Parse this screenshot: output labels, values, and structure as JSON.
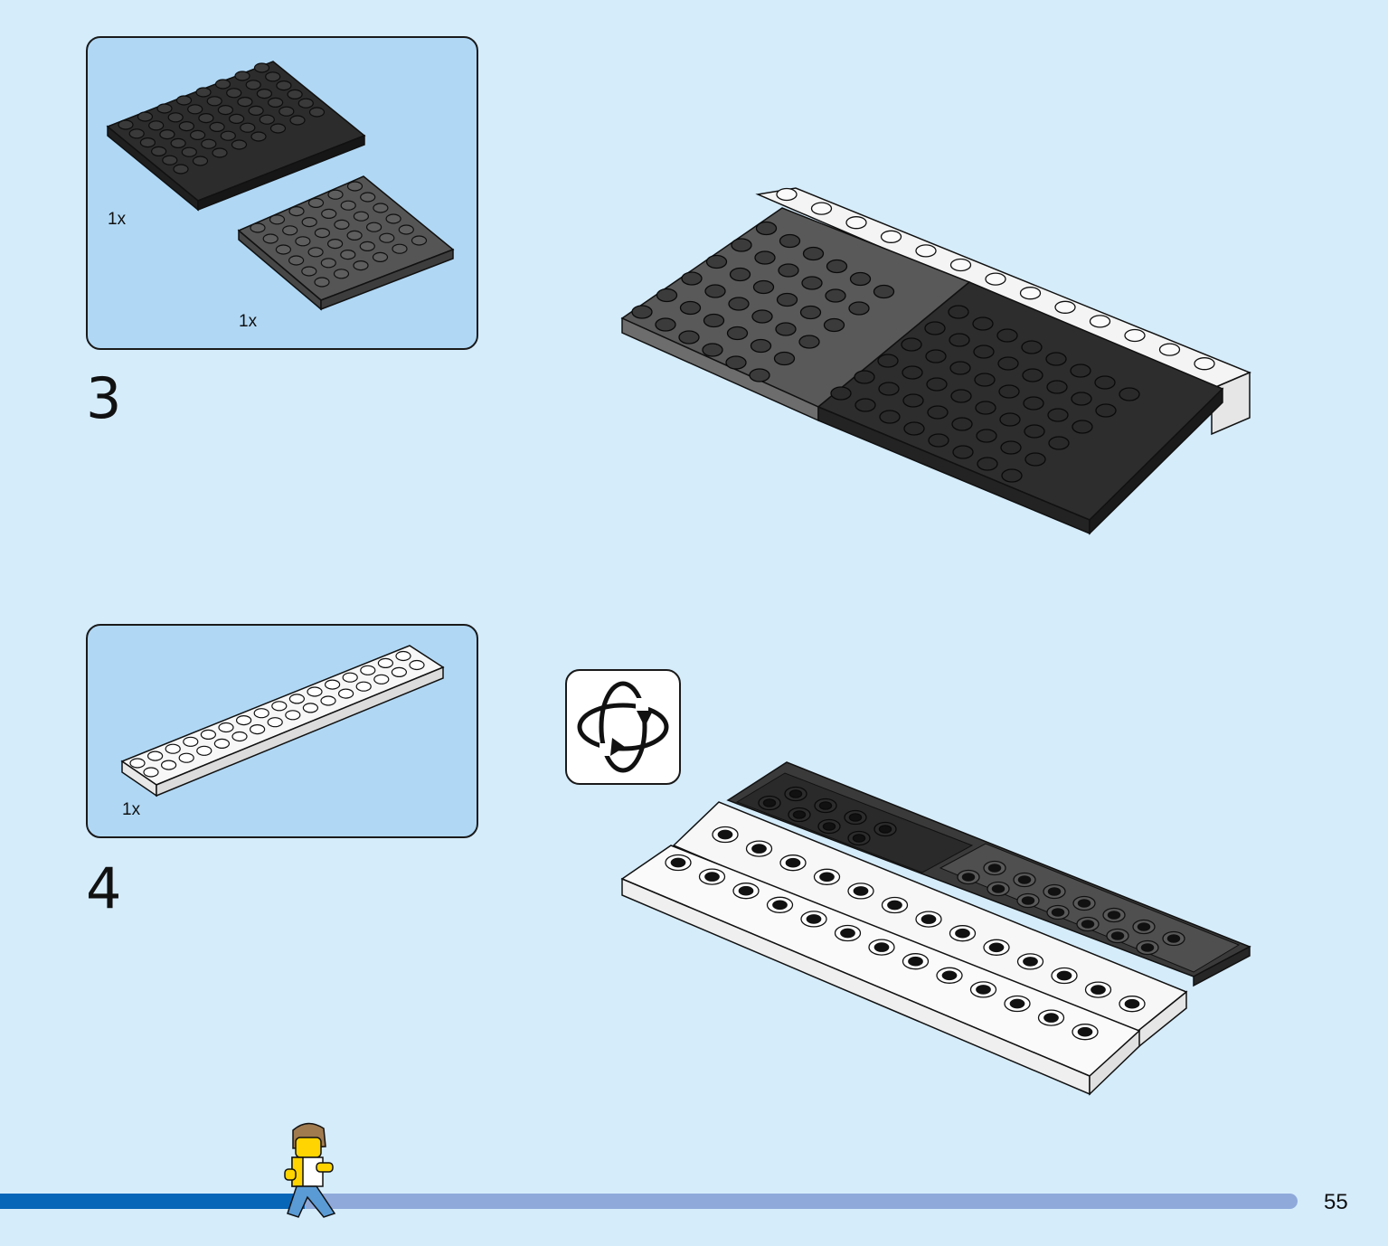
{
  "page": {
    "number": "55"
  },
  "steps": [
    {
      "number": "3",
      "parts": [
        {
          "qty": "1x"
        },
        {
          "qty": "1x"
        }
      ]
    },
    {
      "number": "4",
      "parts": [
        {
          "qty": "1x"
        }
      ]
    }
  ],
  "progress": {
    "fraction": 0.235
  },
  "icons": {
    "rotate": "rotate-model-icon",
    "minifig": "minifigure-progress-icon"
  },
  "colors": {
    "background": "#d5ecfb",
    "parts_box": "#b0d8f5",
    "progress_fill": "#0866b8",
    "progress_track": "#8fa9da"
  }
}
